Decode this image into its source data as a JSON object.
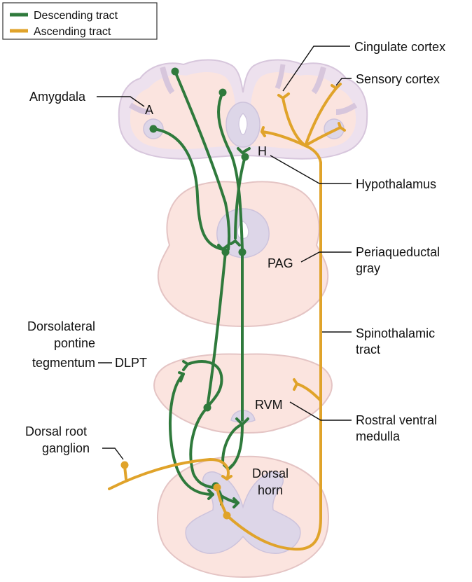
{
  "colors": {
    "descending": "#2f7a3c",
    "ascending": "#e0a32a",
    "tissue": "#fbe4df",
    "gray_matter": "#ddd6e8",
    "cortex": "#ede1ee"
  },
  "legend": {
    "descending_label": "Descending tract",
    "ascending_label": "Ascending tract"
  },
  "labels": {
    "cingulate_cortex": "Cingulate cortex",
    "sensory_cortex": "Sensory cortex",
    "amygdala": "Amygdala",
    "amygdala_abbr": "A",
    "hypothalamus_abbr": "H",
    "hypothalamus": "Hypothalamus",
    "pag_abbr": "PAG",
    "periaqueductal_line1": "Periaqueductal",
    "periaqueductal_line2": "gray",
    "dlpt_line1": "Dorsolateral",
    "dlpt_line2": "pontine",
    "dlpt_line3": "tegmentum",
    "dlpt_abbr": "DLPT",
    "spinothalamic_line1": "Spinothalamic",
    "spinothalamic_line2": "tract",
    "rvm_abbr": "RVM",
    "rostral_line1": "Rostral ventral",
    "rostral_line2": "medulla",
    "drg_line1": "Dorsal root",
    "drg_line2": "ganglion",
    "dorsal_horn_line1": "Dorsal",
    "dorsal_horn_line2": "horn"
  }
}
